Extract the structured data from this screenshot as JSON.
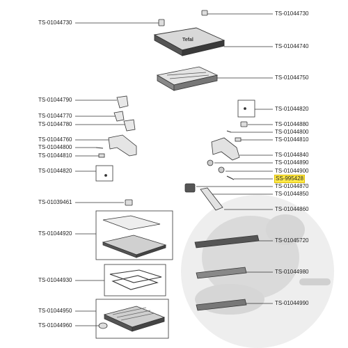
{
  "parts": {
    "p1": "TS-01044730",
    "p2": "TS-01044730",
    "p3": "TS-01044740",
    "p4": "TS-01044750",
    "p5": "TS-01044790",
    "p6": "TS-01044820",
    "p7": "TS-01044770",
    "p8": "TS-01044780",
    "p9": "TS-01044880",
    "p10": "TS-01044800",
    "p11": "TS-01044810",
    "p12": "TS-01044760",
    "p13": "TS-01044800",
    "p14": "TS-01044810",
    "p15": "TS-01044840",
    "p16": "TS-01044890",
    "p17": "TS-01044820",
    "p18": "TS-01044900",
    "p19": "SS-995428",
    "p20": "TS-01044870",
    "p21": "TS-01044850",
    "p22": "TS-01039461",
    "p23": "TS-01044860",
    "p24": "TS-01044920",
    "p25": "TS-01045720",
    "p26": "TS-01044980",
    "p27": "TS-01044930",
    "p28": "TS-01044990",
    "p29": "TS-01044950",
    "p30": "TS-01044960"
  },
  "logo_text": "Tefal",
  "colors": {
    "highlight": "#ffe94a",
    "line": "#333333",
    "part_fill": "#e6e6e6",
    "watermark": "#d8d8d8"
  }
}
